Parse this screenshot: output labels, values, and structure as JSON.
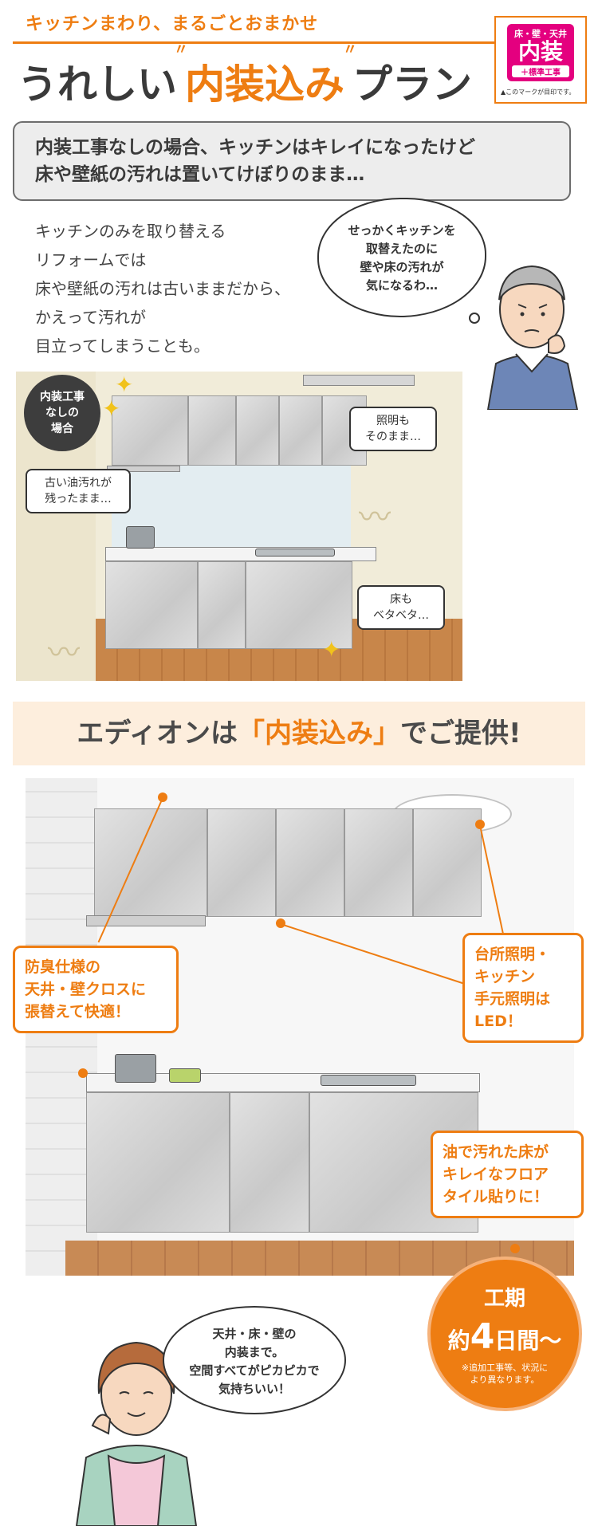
{
  "header": {
    "subtitle": "キッチンまわり、まるごとおまかせ",
    "title_prefix": "うれしい",
    "title_highlight": "内装込み",
    "title_suffix": "プラン"
  },
  "badge": {
    "line1": "床・壁・天井",
    "line2": "内装",
    "line3": "＋標準工事",
    "note": "▲このマークが目印です。"
  },
  "banner": {
    "line1": "内装工事なしの場合、キッチンはキレイになったけど",
    "line2": "床や壁紙の汚れは置いてけぼりのまま…"
  },
  "intro": {
    "lines": [
      "キッチンのみを取り替える",
      "リフォームでは",
      "床や壁紙の汚れは古いままだから、",
      "かえって汚れが",
      "目立ってしまうことも。"
    ]
  },
  "thought": {
    "lines": [
      "せっかくキッチンを",
      "取替えたのに",
      "壁や床の汚れが",
      "気になるわ…"
    ]
  },
  "before": {
    "badge_lines": [
      "内装工事",
      "なしの",
      "場合"
    ],
    "callout_light": [
      "照明も",
      "そのまま…"
    ],
    "callout_oil": [
      "古い油汚れが",
      "残ったまま…"
    ],
    "callout_floor": [
      "床も",
      "ベタベタ…"
    ]
  },
  "edion": {
    "prefix": "エディオンは",
    "highlight": "「内装込み」",
    "suffix": "でご提供!"
  },
  "after": {
    "box_wall": [
      "防臭仕様の",
      "天井・壁クロスに",
      "張替えて快適！"
    ],
    "box_light": [
      "台所照明・",
      "キッチン",
      "手元照明は",
      "LED！"
    ],
    "box_floor": [
      "油で汚れた床が",
      "キレイなフロア",
      "タイル貼りに！"
    ]
  },
  "period": {
    "label": "工期",
    "prefix": "約",
    "days": "4",
    "suffix": "日間〜",
    "note_line1": "※追加工事等、状況に",
    "note_line2": "より異なります。"
  },
  "woman_bubble": {
    "lines": [
      "天井・床・壁の",
      "内装まで。",
      "空間すべてがピカピカで",
      "気持ちいい！"
    ]
  },
  "colors": {
    "accent": "#ee7d12",
    "badge": "#e4007f",
    "banner_bg": "#ededed",
    "edion_band_bg": "#fdeedd"
  }
}
